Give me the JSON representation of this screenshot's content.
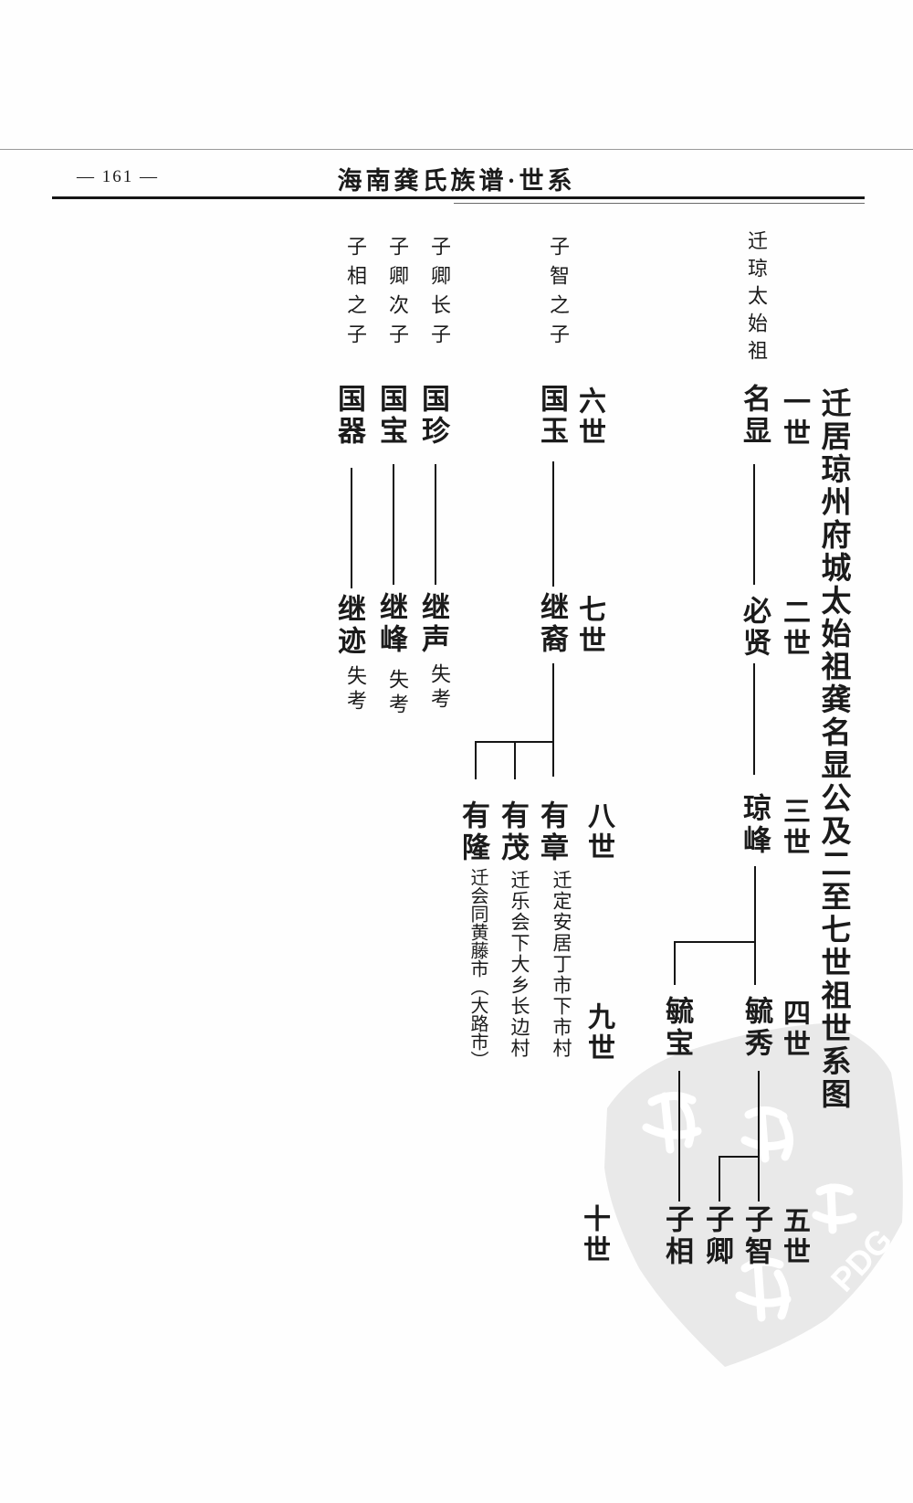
{
  "header": {
    "page_number": "— 161 —",
    "book_title": "海南龚氏族谱·世系"
  },
  "figure": {
    "title": "迁居琼州府城太始祖龚名显公及二至七世祖世系图",
    "generation_labels": {
      "g1": "一世",
      "g2": "二世",
      "g3": "三世",
      "g4": "四世",
      "g5": "五世",
      "g6": "六世",
      "g7": "七世",
      "g8": "八世",
      "g9": "九世",
      "g10": "十世"
    },
    "nodes": {
      "mingxian": {
        "name": "名显",
        "note_above": "迁琼太始祖"
      },
      "bixian": {
        "name": "必贤"
      },
      "qiongfeng": {
        "name": "琼峰"
      },
      "yuxiu": {
        "name": "毓秀"
      },
      "yubao": {
        "name": "毓宝"
      },
      "zizhi": {
        "name": "子智"
      },
      "ziqing": {
        "name": "子卿"
      },
      "zixiang": {
        "name": "子相"
      },
      "guoyu": {
        "name": "国玉",
        "note_above": "子智之子"
      },
      "jiyi": {
        "name": "继裔"
      },
      "youzhang": {
        "name": "有章",
        "note_below": "迁定安居丁市下市村"
      },
      "youmao": {
        "name": "有茂",
        "note_below": "迁乐会下大乡长边村"
      },
      "youlong": {
        "name": "有隆",
        "note_below": "迁会同黄藤市（大路市）"
      },
      "guozhen": {
        "name": "国珍",
        "note_above": "子卿长子"
      },
      "jisheng": {
        "name": "继声",
        "note_below": "失考"
      },
      "guobao": {
        "name": "国宝",
        "note_above": "子卿次子"
      },
      "jifeng": {
        "name": "继峰",
        "note_below": "失考"
      },
      "guoqi": {
        "name": "国器",
        "note_above": "子相之子"
      },
      "jiji": {
        "name": "继迹",
        "note_below": "失考"
      }
    },
    "edges": [
      "名显→必贤",
      "必贤→琼峰",
      "琼峰→毓秀",
      "琼峰→毓宝",
      "毓秀→子智",
      "毓秀→子卿",
      "毓宝→子相",
      "国玉→继裔",
      "继裔→有章",
      "继裔→有茂",
      "继裔→有隆",
      "国珍→继声",
      "国宝→继峰",
      "国器→继迹"
    ]
  },
  "watermark": {
    "label": "PDG"
  }
}
